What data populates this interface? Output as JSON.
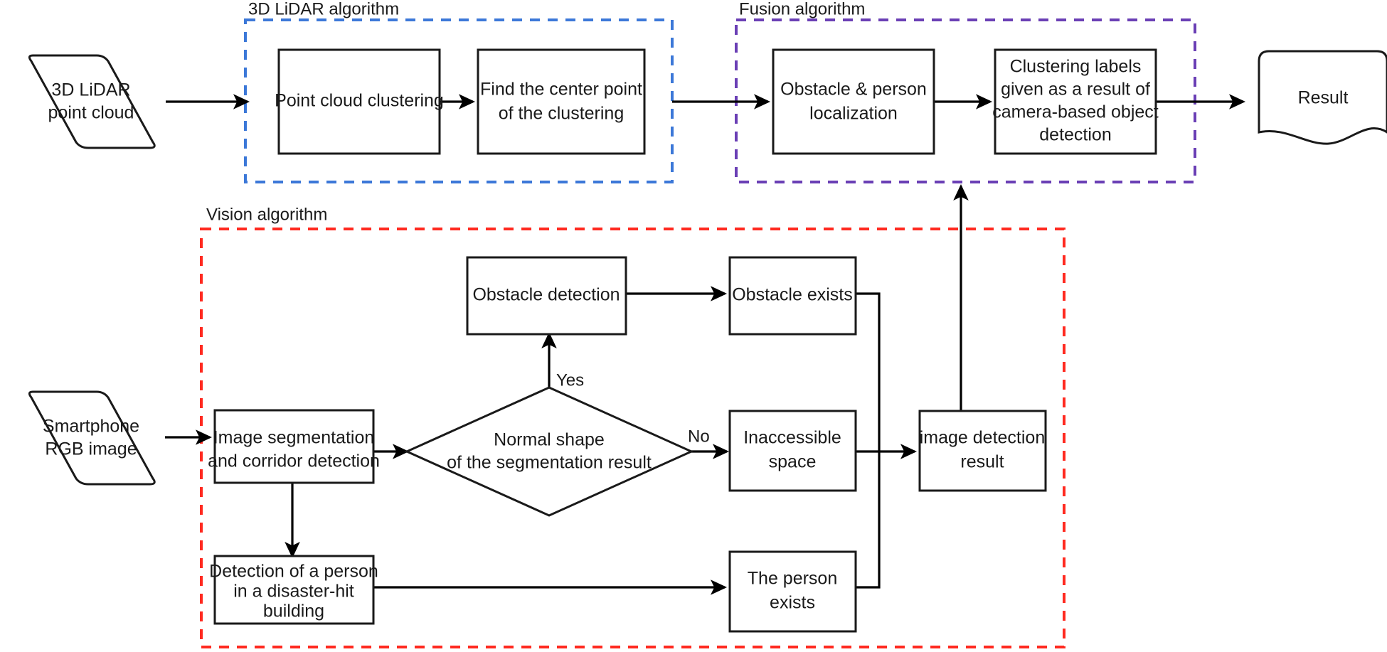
{
  "diagram": {
    "title": "Sensor fusion obstacle and person detection pipeline",
    "type": "flowchart",
    "groups": [
      {
        "id": "lidar-group",
        "label": "3D LiDAR algorithm",
        "color": "#3c78d8"
      },
      {
        "id": "fusion-group",
        "label": "Fusion algorithm",
        "color": "#6a3fb5"
      },
      {
        "id": "vision-group",
        "label": "Vision algorithm",
        "color": "#ff2a20"
      }
    ],
    "nodes": [
      {
        "id": "lidar-input",
        "shape": "parallelogram",
        "lines": [
          "3D LiDAR",
          "point cloud"
        ]
      },
      {
        "id": "point-cloud-clustering",
        "shape": "rectangle",
        "lines": [
          "Point cloud clustering"
        ]
      },
      {
        "id": "find-center-point",
        "shape": "rectangle",
        "lines": [
          "Find the center point",
          "of the clustering"
        ]
      },
      {
        "id": "obstacle-person-localization",
        "shape": "rectangle",
        "lines": [
          "Obstacle & person",
          "localization"
        ]
      },
      {
        "id": "clustering-labels",
        "shape": "rectangle",
        "lines": [
          "Clustering labels",
          "given as a result of",
          "camera-based object",
          "detection"
        ]
      },
      {
        "id": "result",
        "shape": "document",
        "lines": [
          "Result"
        ]
      },
      {
        "id": "rgb-input",
        "shape": "parallelogram",
        "lines": [
          "Smartphone",
          "RGB image"
        ]
      },
      {
        "id": "image-segmentation",
        "shape": "rectangle",
        "lines": [
          "Image segmentation",
          "and corridor detection"
        ]
      },
      {
        "id": "normal-shape-decision",
        "shape": "diamond",
        "lines": [
          "Normal shape",
          "of the segmentation result"
        ]
      },
      {
        "id": "obstacle-detection",
        "shape": "rectangle",
        "lines": [
          "Obstacle detection"
        ]
      },
      {
        "id": "obstacle-exists",
        "shape": "rectangle",
        "lines": [
          "Obstacle exists"
        ]
      },
      {
        "id": "inaccessible-space",
        "shape": "rectangle",
        "lines": [
          "Inaccessible",
          "space"
        ]
      },
      {
        "id": "image-detection-result",
        "shape": "rectangle",
        "lines": [
          "image detection",
          "result"
        ]
      },
      {
        "id": "person-detection",
        "shape": "rectangle",
        "lines": [
          "Detection of a person",
          "in a disaster-hit",
          "building"
        ]
      },
      {
        "id": "person-exists",
        "shape": "rectangle",
        "lines": [
          "The person",
          "exists"
        ]
      }
    ],
    "edge_labels": {
      "yes": "Yes",
      "no": "No"
    }
  }
}
